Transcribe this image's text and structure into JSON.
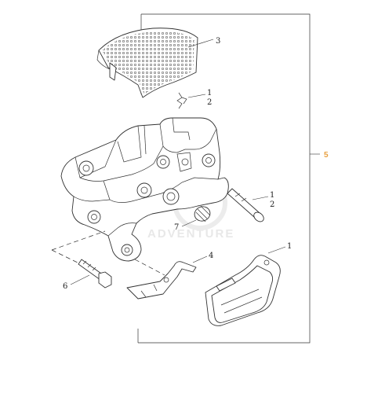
{
  "callouts": {
    "c3": "3",
    "c1_clip": "1",
    "c2_clip": "2",
    "c1_pin": "1",
    "c2_pin": "2",
    "c7": "7",
    "c4": "4",
    "c1_pads": "1",
    "c6": "6",
    "c5": "5"
  },
  "watermark": "ADVENTURE",
  "colors": {
    "accent": "#e8a040",
    "line": "#333333",
    "watermark": "#e8e8e8"
  }
}
